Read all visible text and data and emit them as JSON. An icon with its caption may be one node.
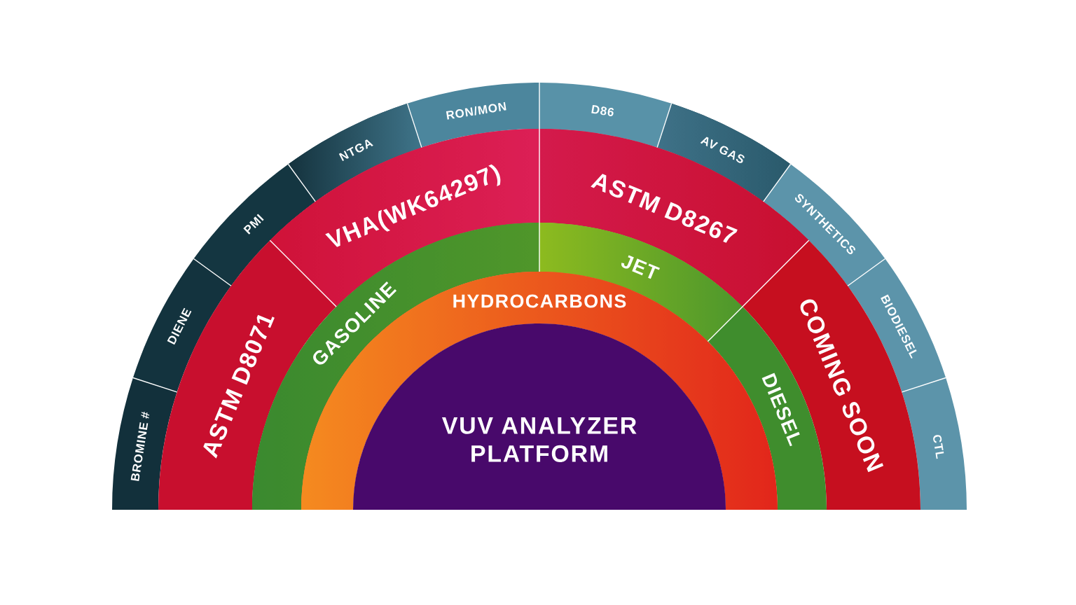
{
  "diagram": {
    "nodes": [
      {
        "text": [
          "BROMINE #"
        ]
      },
      {
        "text": [
          "DIENE"
        ]
      },
      {
        "text": [
          "PMI"
        ]
      },
      {
        "text": [
          "NTGA"
        ]
      },
      {
        "text": [
          "RON/MON"
        ]
      },
      {
        "text": [
          "D86"
        ]
      },
      {
        "text": [
          "AV GAS"
        ]
      },
      {
        "text": [
          "SYNTHETICS"
        ]
      },
      {
        "text": [
          "BIODIESEL"
        ]
      },
      {
        "text": [
          "CTL"
        ]
      },
      {
        "text": [
          "ASTM D8071"
        ]
      },
      {
        "text": [
          "VHA(WK64297)"
        ]
      },
      {
        "text": [
          "ASTM D8267"
        ]
      },
      {
        "text": [
          "COMING SOON"
        ]
      },
      {
        "text": [
          "GASOLINE"
        ]
      },
      {
        "text": [
          "JET"
        ]
      },
      {
        "text": [
          "DIESEL"
        ]
      },
      {
        "text": [
          "HYDROCARBONS"
        ]
      },
      {
        "text": [
          "VUV ANALYZER PLATFORM"
        ]
      }
    ]
  }
}
